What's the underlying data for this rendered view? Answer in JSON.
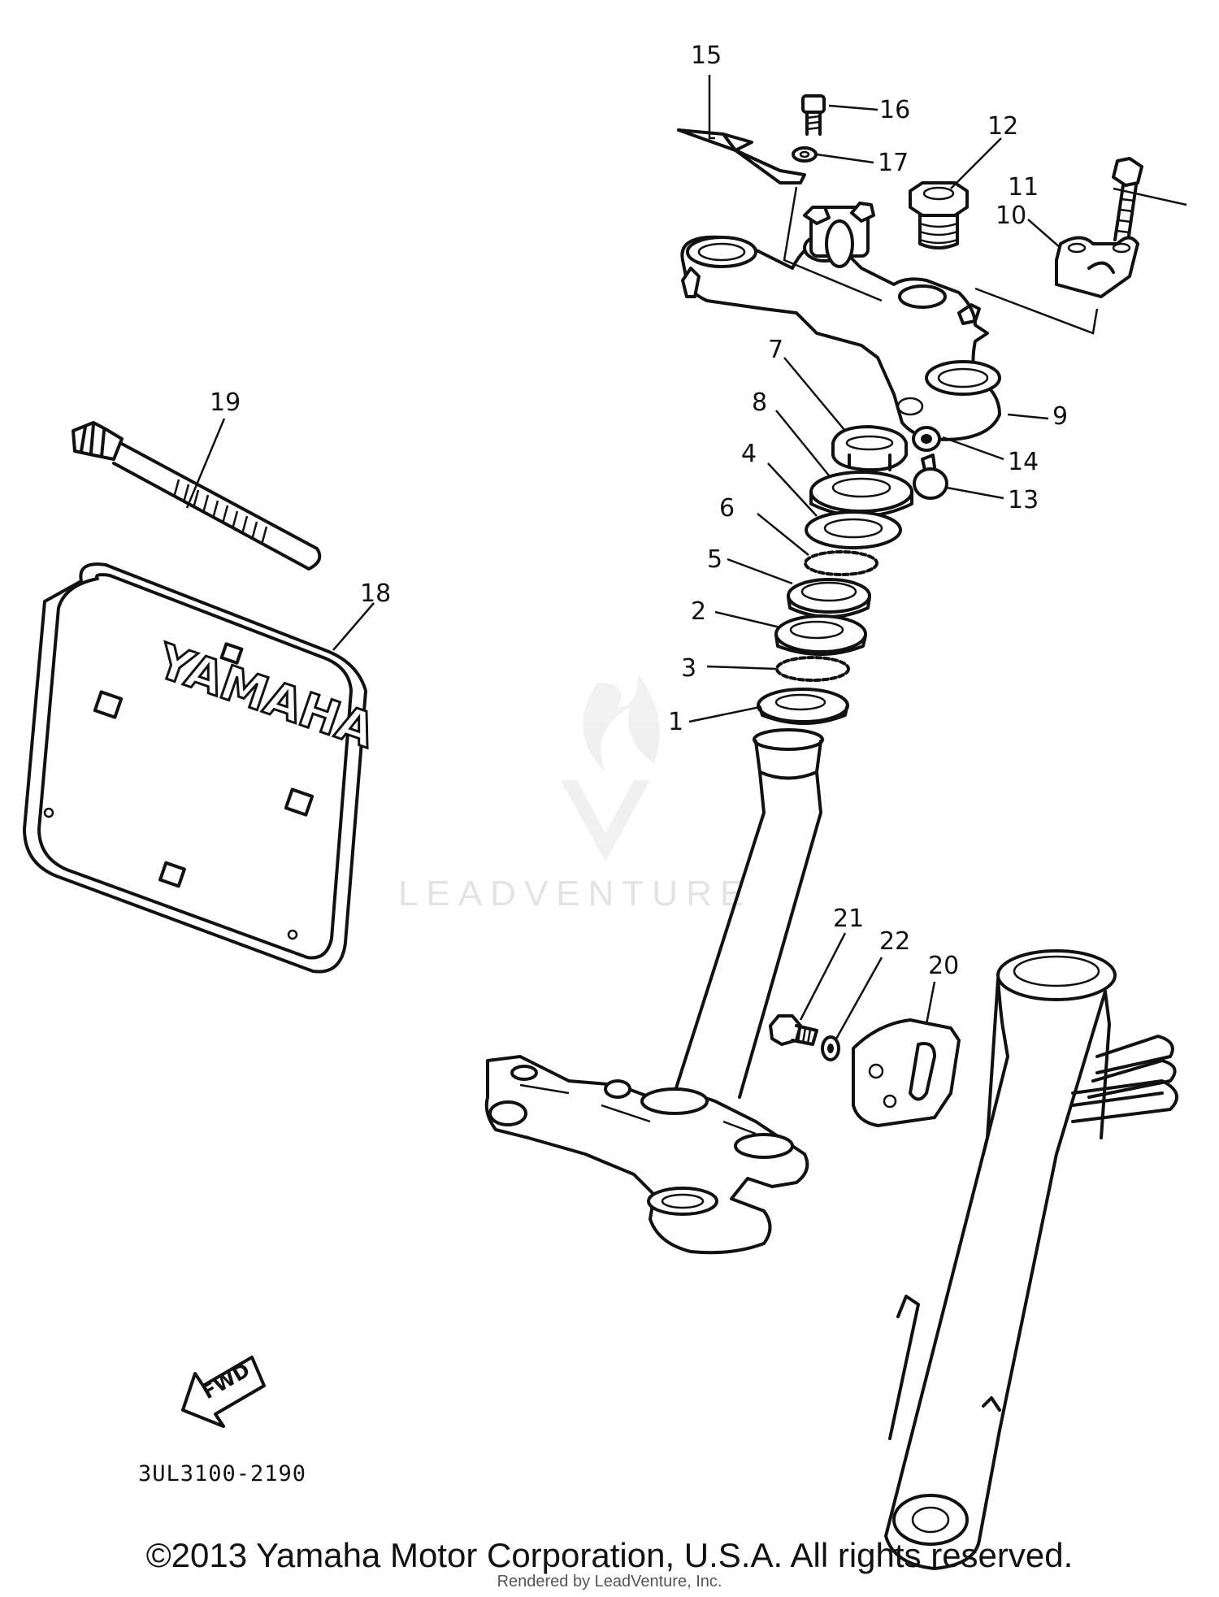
{
  "diagram": {
    "code": "3UL3100-2190",
    "plate_text": "YAMAHA",
    "fwd_label": "FWD",
    "watermark": "LEADVENTURE",
    "callouts": [
      "1",
      "2",
      "3",
      "4",
      "5",
      "6",
      "7",
      "8",
      "9",
      "10",
      "11",
      "12",
      "13",
      "14",
      "15",
      "16",
      "17",
      "18",
      "19",
      "20",
      "21",
      "22"
    ]
  },
  "footer": {
    "copyright": "©2013 Yamaha Motor Corporation, U.S.A. All rights reserved.",
    "rendered_by": "Rendered by LeadVenture, Inc."
  }
}
